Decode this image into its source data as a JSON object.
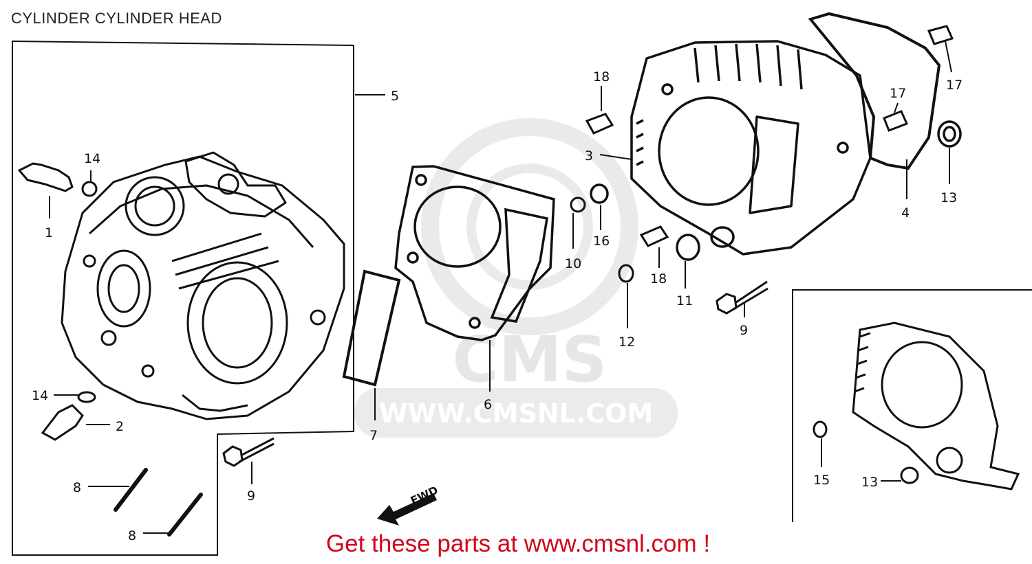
{
  "title": "CYLINDER CYLINDER HEAD",
  "footer": "Get these parts at www.cmsnl.com !",
  "watermark": {
    "brand": "CMS",
    "url": "WWW.CMSNL.COM"
  },
  "fwd_label": "FWD",
  "colors": {
    "footer_text": "#d0061a",
    "line_art": "#111111",
    "watermark": "#d9d9d9"
  },
  "callouts": [
    {
      "id": "1",
      "text": "1"
    },
    {
      "id": "2",
      "text": "2"
    },
    {
      "id": "3",
      "text": "3"
    },
    {
      "id": "4",
      "text": "4"
    },
    {
      "id": "5",
      "text": "5"
    },
    {
      "id": "6",
      "text": "6"
    },
    {
      "id": "7",
      "text": "7"
    },
    {
      "id": "8a",
      "text": "8"
    },
    {
      "id": "8b",
      "text": "8"
    },
    {
      "id": "9a",
      "text": "9"
    },
    {
      "id": "9b",
      "text": "9"
    },
    {
      "id": "10",
      "text": "10"
    },
    {
      "id": "11",
      "text": "11"
    },
    {
      "id": "12",
      "text": "12"
    },
    {
      "id": "13a",
      "text": "13"
    },
    {
      "id": "13b",
      "text": "13"
    },
    {
      "id": "14a",
      "text": "14"
    },
    {
      "id": "14b",
      "text": "14"
    },
    {
      "id": "15",
      "text": "15"
    },
    {
      "id": "16",
      "text": "16"
    },
    {
      "id": "17a",
      "text": "17"
    },
    {
      "id": "17b",
      "text": "17"
    },
    {
      "id": "18a",
      "text": "18"
    },
    {
      "id": "18b",
      "text": "18"
    }
  ]
}
